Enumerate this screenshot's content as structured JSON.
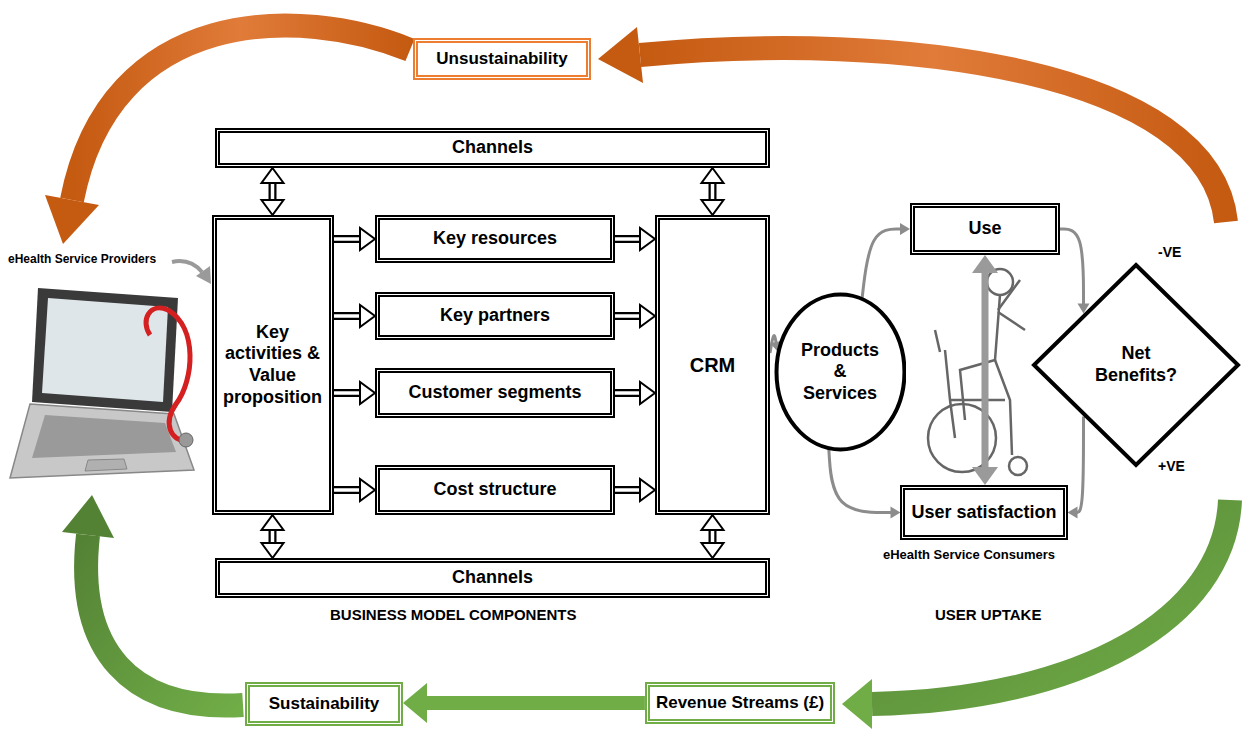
{
  "diagram": {
    "nodes": [
      {
        "text": [
          "Unsustainability"
        ]
      },
      {
        "text": [
          "Channels"
        ]
      },
      {
        "text": [
          "Key activities & Value proposition"
        ]
      },
      {
        "text": [
          "Key resources"
        ]
      },
      {
        "text": [
          "Key partners"
        ]
      },
      {
        "text": [
          "Customer segments"
        ]
      },
      {
        "text": [
          "Cost structure"
        ]
      },
      {
        "text": [
          "CRM"
        ]
      },
      {
        "text": [
          "Channels"
        ]
      },
      {
        "text": [
          "Products & Services"
        ]
      },
      {
        "text": [
          "Use"
        ]
      },
      {
        "text": [
          "Net Benefits?"
        ]
      },
      {
        "text": [
          "User satisfaction"
        ]
      },
      {
        "text": [
          "Sustainability"
        ]
      },
      {
        "text": [
          "Revenue Streams (£)"
        ]
      }
    ],
    "edges": [
      {
        "from": 2,
        "to": 1,
        "arrow": "both"
      },
      {
        "from": 7,
        "to": 1,
        "arrow": "both"
      },
      {
        "from": 2,
        "to": 8,
        "arrow": "both"
      },
      {
        "from": 7,
        "to": 8,
        "arrow": "both"
      },
      {
        "from": 2,
        "to": 3,
        "arrow": "to"
      },
      {
        "from": 2,
        "to": 4,
        "arrow": "to"
      },
      {
        "from": 2,
        "to": 5,
        "arrow": "to"
      },
      {
        "from": 2,
        "to": 6,
        "arrow": "to"
      },
      {
        "from": 3,
        "to": 7,
        "arrow": "to"
      },
      {
        "from": 4,
        "to": 7,
        "arrow": "to"
      },
      {
        "from": 5,
        "to": 7,
        "arrow": "to"
      },
      {
        "from": 6,
        "to": 7,
        "arrow": "to"
      },
      {
        "from": 7,
        "to": 9,
        "arrow": "to"
      },
      {
        "from": 9,
        "to": 10,
        "arrow": "to"
      },
      {
        "from": 10,
        "to": 11,
        "arrow": "to"
      },
      {
        "from": 10,
        "to": 12,
        "arrow": "both"
      },
      {
        "from": 9,
        "to": 12,
        "arrow": "to"
      },
      {
        "from": 11,
        "to": 12,
        "arrow": "to"
      },
      {
        "from": 14,
        "to": 13,
        "arrow": "to"
      }
    ],
    "labels": [
      "eHealth Service Providers",
      "-VE",
      "+VE",
      "eHealth Service Consumers",
      "BUSINESS MODEL COMPONENTS",
      "USER UPTAKE"
    ]
  }
}
